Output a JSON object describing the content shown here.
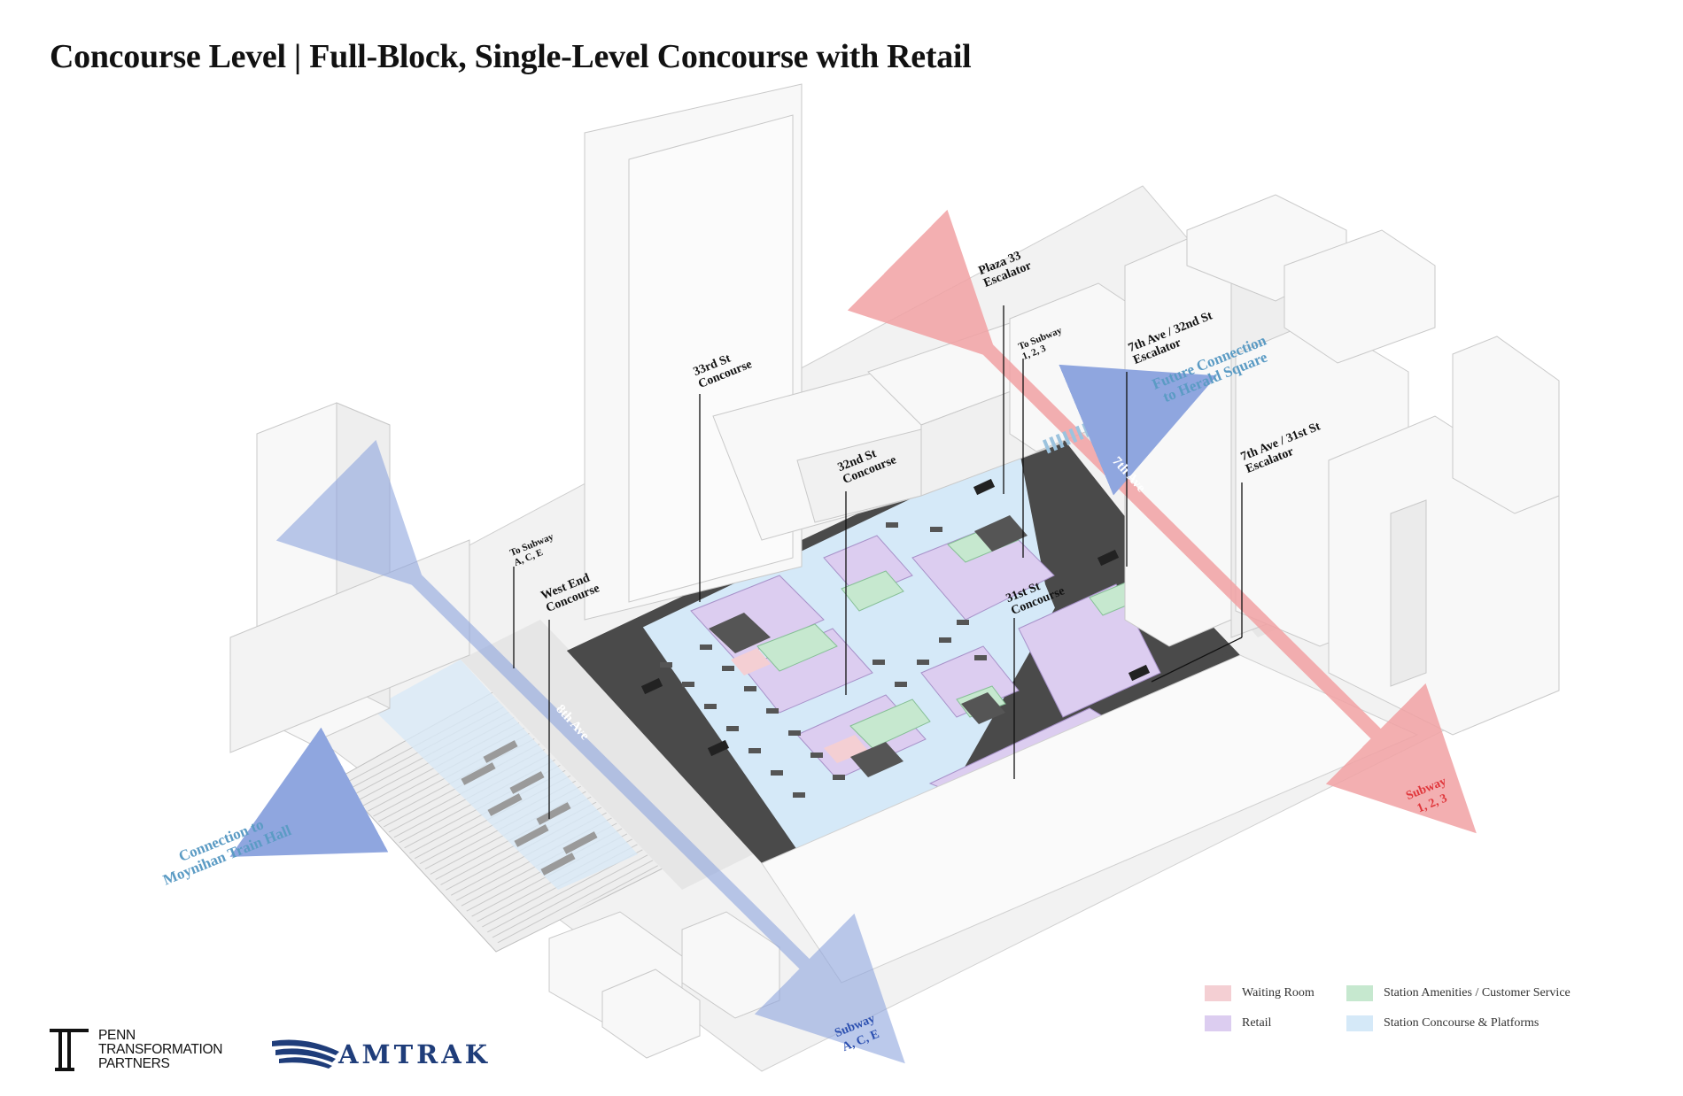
{
  "title": "Concourse Level | Full-Block, Single-Level Concourse with Retail",
  "labels": {
    "concourse_33rd": "33rd St\nConcourse",
    "concourse_32nd": "32nd St\nConcourse",
    "concourse_31st": "31st St\nConcourse",
    "west_end": "West End\nConcourse",
    "to_subway_ace": "To Subway\nA, C, E",
    "to_subway_123": "To Subway\n1, 2, 3",
    "plaza33": "Plaza 33\nEscalator",
    "ave7_32": "7th Ave / 32nd St\nEscalator",
    "ave7_31": "7th Ave / 31st St\nEscalator"
  },
  "streets": {
    "eighth": "8th Ave",
    "seventh": "7th Ave"
  },
  "arrows": {
    "herald": {
      "text": "Future Connection\nto Herald Square",
      "color": "#5b9bc4"
    },
    "moynihan": {
      "text": "Connection to\nMoynihan Train Hall",
      "color": "#5b9bc4"
    },
    "subway_ace": {
      "text": "Subway\nA, C, E",
      "color": "#2b4fb0"
    },
    "subway_123": {
      "text": "Subway\n1, 2, 3",
      "color": "#e0363b"
    }
  },
  "legend": [
    {
      "label": "Waiting Room",
      "color": "#f4cfd3"
    },
    {
      "label": "Station Amenities / Customer Service",
      "color": "#c6e8cf"
    },
    {
      "label": "Retail",
      "color": "#dccdf0"
    },
    {
      "label": "Station Concourse & Platforms",
      "color": "#d5e9f8"
    }
  ],
  "logos": {
    "penn_lines": [
      "PENN",
      "TRANSFORMATION",
      "PARTNERS"
    ],
    "amtrak": "AMTRAK"
  },
  "colors": {
    "concourse": "#d5e9f8",
    "retail": "#dccdf0",
    "amenities": "#c6e8cf",
    "waiting": "#f4cfd3",
    "back_of_house": "#4a4a4a",
    "building": "#f7f7f7"
  }
}
